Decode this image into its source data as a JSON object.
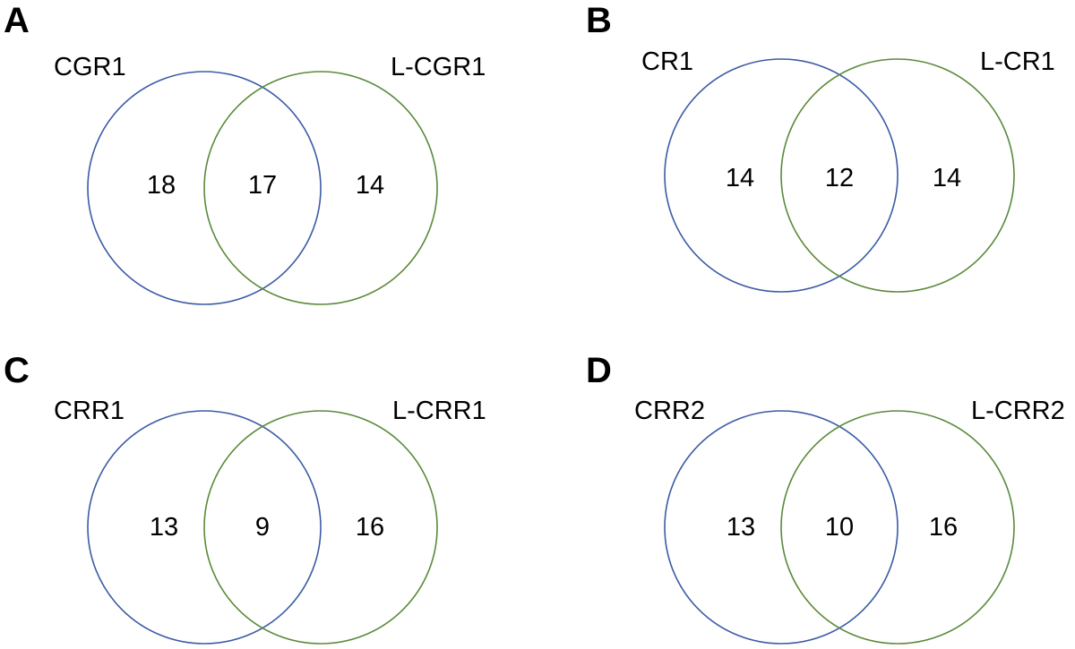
{
  "colors": {
    "left_circle": "#3b5ba5",
    "right_circle": "#5a8a3a"
  },
  "panels": [
    {
      "letter": "A",
      "left_label": "CGR1",
      "right_label": "L-CGR1",
      "left_only": "18",
      "overlap": "17",
      "right_only": "14"
    },
    {
      "letter": "B",
      "left_label": "CR1",
      "right_label": "L-CR1",
      "left_only": "14",
      "overlap": "12",
      "right_only": "14"
    },
    {
      "letter": "C",
      "left_label": "CRR1",
      "right_label": "L-CRR1",
      "left_only": "13",
      "overlap": "9",
      "right_only": "16"
    },
    {
      "letter": "D",
      "left_label": "CRR2",
      "right_label": "L-CRR2",
      "left_only": "13",
      "overlap": "10",
      "right_only": "16"
    }
  ]
}
